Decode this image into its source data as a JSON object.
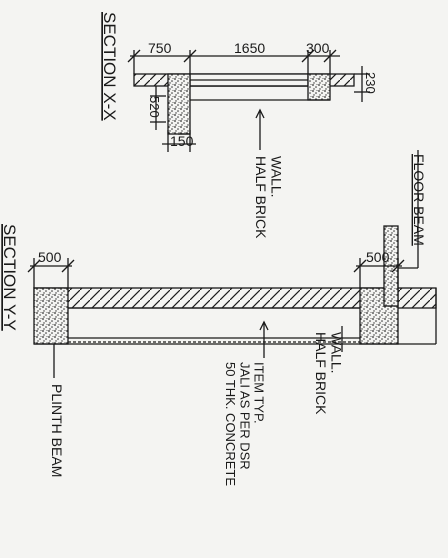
{
  "sections": {
    "xx": {
      "title": "SECTION X-X",
      "dims": {
        "left": "750",
        "middle": "1650",
        "right": "300",
        "height_right": "230",
        "height_left": "520",
        "bottom": "150"
      },
      "note": "HALF BRICK WALL."
    },
    "yy": {
      "title": "SECTION Y-Y",
      "dims": {
        "left": "500",
        "right": "500"
      },
      "notes": {
        "floor_beam": "FLOOR BEAM",
        "half_brick": "HALF BRICK WALL.",
        "plinth_beam": "PLINTH BEAM",
        "jali": "50 THK. CONCRETE JALI AS PER DSR ITEM TYP."
      }
    }
  },
  "colors": {
    "ink": "#1a1a1a",
    "paper": "#f4f4f2"
  }
}
